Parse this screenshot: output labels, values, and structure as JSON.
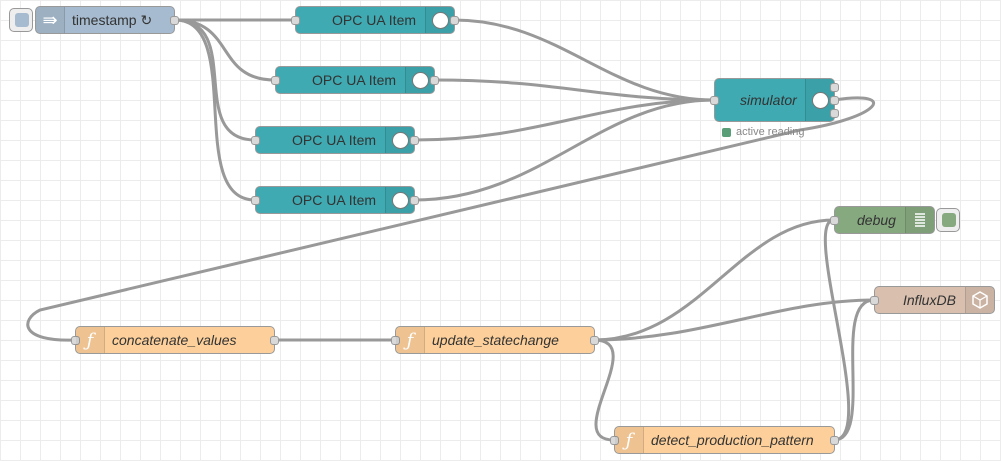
{
  "nodes": {
    "timestamp": {
      "label": "timestamp ↻",
      "icon": "inject-arrow-icon"
    },
    "opc1": {
      "label": "OPC UA Item",
      "icon": "opcua-icon"
    },
    "opc2": {
      "label": "OPC UA Item",
      "icon": "opcua-icon"
    },
    "opc3": {
      "label": "OPC UA Item",
      "icon": "opcua-icon"
    },
    "opc4": {
      "label": "OPC UA Item",
      "icon": "opcua-icon"
    },
    "simulator": {
      "label": "simulator",
      "status": "active reading",
      "icon": "opcua-icon"
    },
    "debug": {
      "label": "debug",
      "icon": "list-icon"
    },
    "influx": {
      "label": "InfluxDB",
      "icon": "influxdb-icon"
    },
    "concat": {
      "label": "concatenate_values",
      "icon_glyph": "ƒ"
    },
    "update": {
      "label": "update_statechange",
      "icon_glyph": "ƒ"
    },
    "detect": {
      "label": "detect_production_pattern",
      "icon_glyph": "ƒ"
    }
  },
  "colors": {
    "opc": "#3faab2",
    "function": "#fdd09b",
    "inject": "#a6bbcf",
    "debug": "#87a980",
    "influx": "#d8bfae",
    "status_ok": "#5a9e77",
    "wire": "#999999"
  }
}
